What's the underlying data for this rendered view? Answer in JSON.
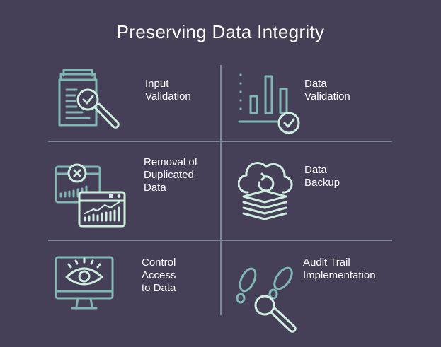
{
  "title": "Preserving Data Integrity",
  "colors": {
    "background": "#463f58",
    "teal": "#7fb8b3",
    "mint": "#cdeedd",
    "divider": "#7a879e"
  },
  "items": [
    {
      "label_lines": [
        "Input",
        "Validation"
      ],
      "icon": "document-magnifier-check-icon"
    },
    {
      "label_lines": [
        "Data",
        "Validation"
      ],
      "icon": "bar-chart-check-icon"
    },
    {
      "label_lines": [
        "Removal of",
        "Duplicated",
        "Data"
      ],
      "icon": "duplicate-windows-icon"
    },
    {
      "label_lines": [
        "Data",
        "Backup"
      ],
      "icon": "cloud-backup-icon"
    },
    {
      "label_lines": [
        "Control",
        "Access",
        "to Data"
      ],
      "icon": "monitor-eye-icon"
    },
    {
      "label_lines": [
        "Audit Trail",
        "Implementation"
      ],
      "icon": "footprints-magnifier-icon"
    }
  ]
}
